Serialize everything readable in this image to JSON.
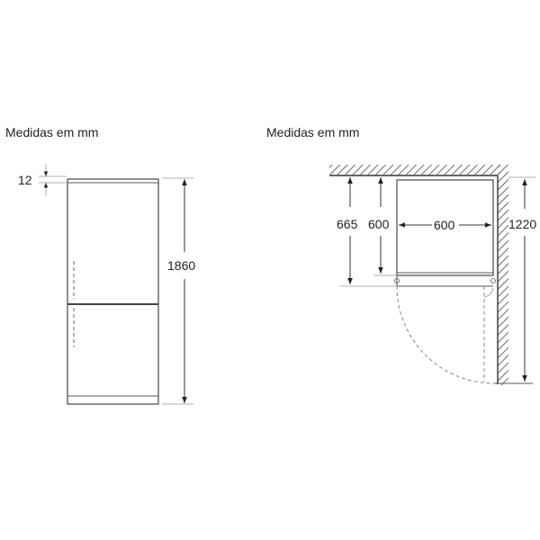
{
  "left_view": {
    "title": "Medidas em mm",
    "dims": {
      "top_gap": "12",
      "height": "1860"
    }
  },
  "right_view": {
    "title": "Medidas em mm",
    "dims": {
      "depth_with_door": "665",
      "depth": "600",
      "width": "600",
      "door_swing_clearance": "1220"
    }
  },
  "colors": {
    "line": "#555555",
    "light_line": "#999999",
    "text": "#222222"
  }
}
